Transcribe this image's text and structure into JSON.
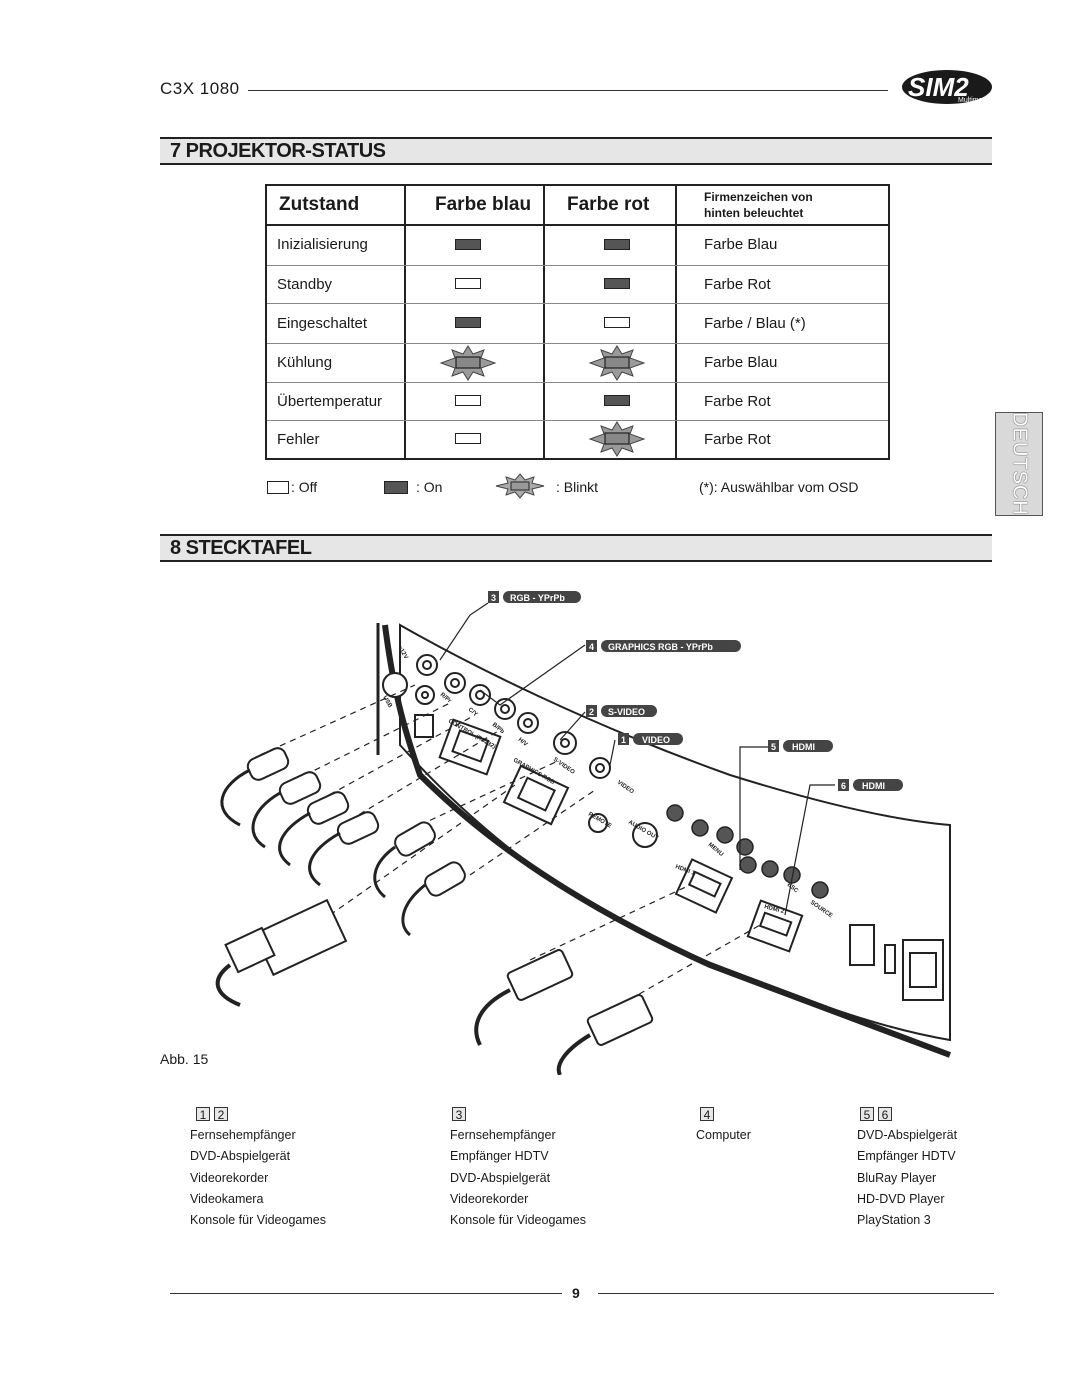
{
  "header": {
    "model": "C3X 1080",
    "logo_text": "SIM2",
    "logo_sub": "Multimedia"
  },
  "section7": {
    "title": "7 PROJEKTOR-STATUS"
  },
  "status_table": {
    "headers": {
      "state": "Zutstand",
      "blue": "Farbe blau",
      "red": "Farbe rot",
      "logo_line1": "Firmenzeichen von",
      "logo_line2": "hinten beleuchtet"
    },
    "rows": [
      {
        "state": "Inizialisierung",
        "blue": "on",
        "red": "on",
        "logo": "Farbe Blau"
      },
      {
        "state": "Standby",
        "blue": "off",
        "red": "on",
        "logo": "Farbe Rot"
      },
      {
        "state": "Eingeschaltet",
        "blue": "on",
        "red": "off",
        "logo": "Farbe  / Blau  (*)"
      },
      {
        "state": "Kühlung",
        "blue": "blink",
        "red": "blink",
        "logo": "Farbe Blau"
      },
      {
        "state": "Übertemperatur",
        "blue": "off",
        "red": "on",
        "logo": "Farbe Rot"
      },
      {
        "state": "Fehler",
        "blue": "off",
        "red": "blink",
        "logo": "Farbe Rot"
      }
    ]
  },
  "legend": {
    "off": ": Off",
    "on": ": On",
    "blink": ": Blinkt",
    "note": "(*):  Auswählbar vom OSD"
  },
  "language_tab": "DEUTSCH",
  "section8": {
    "title": "8  STECKTAFEL"
  },
  "figure": {
    "callouts": [
      {
        "num": "3",
        "label": "RGB - YPrPb"
      },
      {
        "num": "4",
        "label": "GRAPHICS RGB - YPrPb"
      },
      {
        "num": "2",
        "label": "S-VIDEO"
      },
      {
        "num": "1",
        "label": "VIDEO"
      },
      {
        "num": "5",
        "label": "HDMI"
      },
      {
        "num": "6",
        "label": "HDMI"
      }
    ],
    "panel_labels": [
      "+12V",
      "USB",
      "R/Pr",
      "C/Y",
      "B/Pb",
      "H/V",
      "CONTROL (RS232)",
      "GRAPHICS RGB",
      "S-VIDEO",
      "VIDEO",
      "REMOTE",
      "AUDIO OUT",
      "HDMI 1",
      "HDMI 2",
      "MENU",
      "ESC",
      "SOURCE"
    ],
    "caption": "Abb. 15"
  },
  "devices": [
    {
      "nums": [
        "1",
        "2"
      ],
      "items": [
        "Fernsehempfänger",
        "DVD-Abspielgerät",
        "Videorekorder",
        "Videokamera",
        "Konsole für Videogames"
      ]
    },
    {
      "nums": [
        "3"
      ],
      "items": [
        "Fernsehempfänger",
        "Empfänger HDTV",
        "DVD-Abspielgerät",
        "Videorekorder",
        "Konsole für Videogames"
      ]
    },
    {
      "nums": [
        "4"
      ],
      "items": [
        "Computer"
      ]
    },
    {
      "nums": [
        "5",
        "6"
      ],
      "items": [
        "DVD-Abspielgerät",
        "Empfänger HDTV",
        "BluRay Player",
        "HD-DVD Player",
        "PlayStation 3"
      ]
    }
  ],
  "footer": {
    "page": "9"
  }
}
